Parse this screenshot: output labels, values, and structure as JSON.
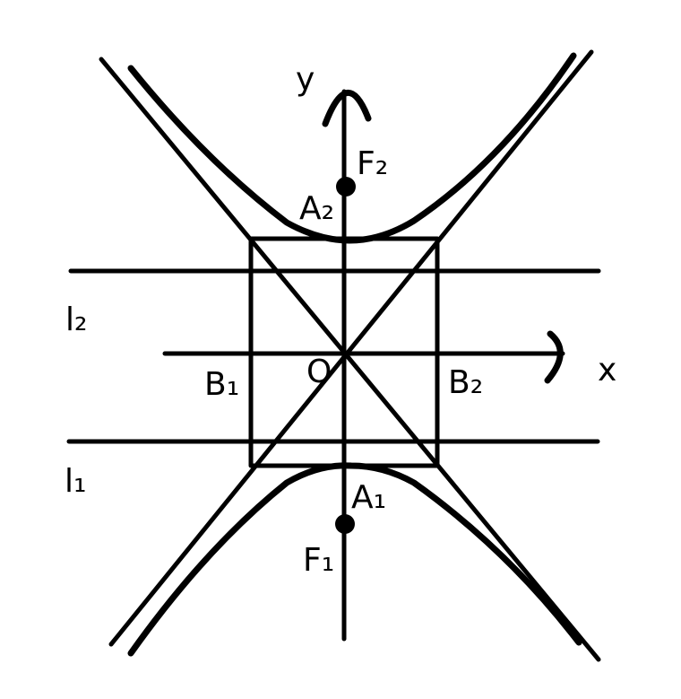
{
  "labels": {
    "y_axis": "y",
    "x_axis": "x",
    "origin": "O",
    "focus_upper": "F₂",
    "focus_lower": "F₁",
    "vertex_upper": "A₂",
    "vertex_lower": "A₁",
    "covertex_left": "B₁",
    "covertex_right": "B₂",
    "directrix_upper": "l₂",
    "directrix_lower": "l₁"
  },
  "colors": {
    "ink": "#000000",
    "background": "#ffffff"
  }
}
